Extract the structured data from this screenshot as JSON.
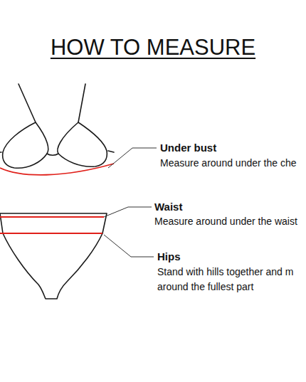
{
  "diagram": {
    "title": "HOW TO MEASURE",
    "labels": [
      "Under bust",
      "Measure around under the che",
      "Waist",
      "Measure around under the waist",
      "Hips",
      "Stand with hills together and m",
      "around  the fullest part"
    ]
  }
}
